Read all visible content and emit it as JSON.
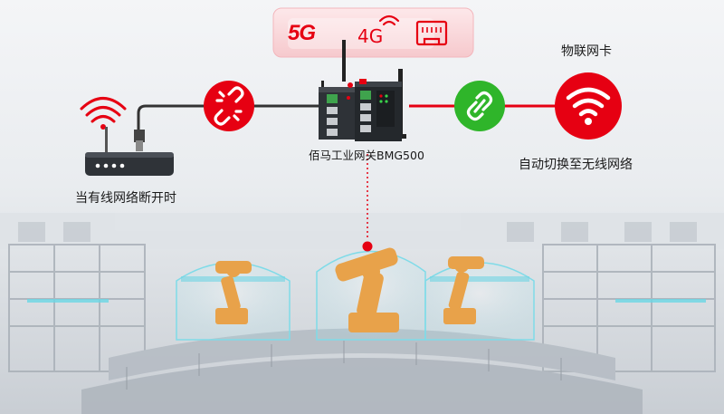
{
  "badges": {
    "g5": "5G",
    "g4": "4G"
  },
  "labels": {
    "gateway": "佰马工业网关BMG500",
    "iot_card": "物联网卡",
    "wired_down": "当有线网络断开时",
    "auto_switch": "自动切换至无线网络"
  },
  "colors": {
    "red": "#e60012",
    "green": "#2fb52a",
    "wire": "#333333"
  },
  "icons": {
    "router": "router-icon",
    "wifi_red": "wifi-icon",
    "broken_link": "broken-link-icon",
    "link": "link-icon",
    "ethernet": "ethernet-port-icon",
    "gateway": "industrial-gateway-icon",
    "robot": "robot-arm-icon"
  }
}
